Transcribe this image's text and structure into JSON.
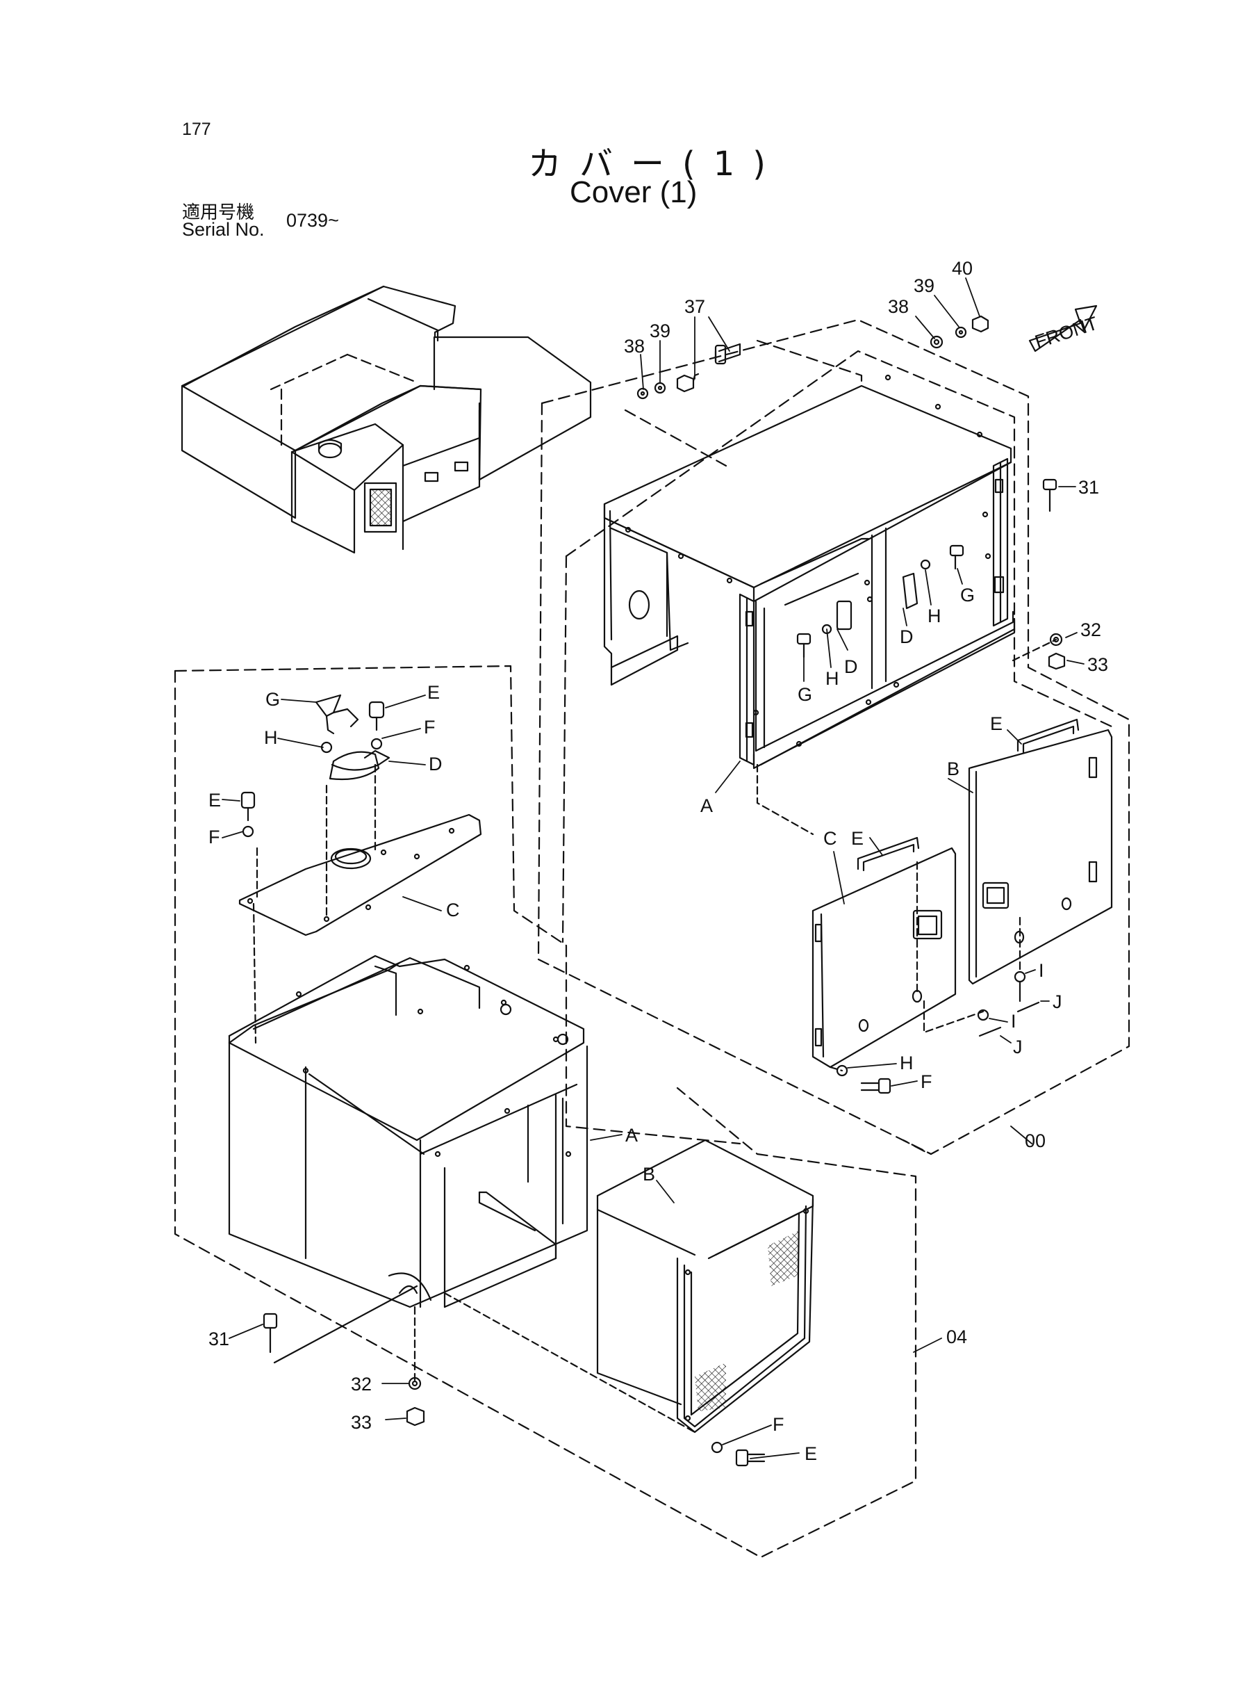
{
  "header": {
    "page_number": "177",
    "title_jp": "カバー(1)",
    "title_en": "Cover (1)",
    "serial_label_jp": "適用号機",
    "serial_label_en": "Serial No.",
    "serial_value": "0739~"
  },
  "front_indicator": "FRONT",
  "assemblies": {
    "upper": {
      "ref": "00"
    },
    "lower": {
      "ref": "04"
    }
  },
  "callouts": {
    "upper": [
      "37",
      "38",
      "39",
      "38",
      "39",
      "40",
      "31",
      "32",
      "33",
      "G",
      "H",
      "D",
      "D",
      "H",
      "G",
      "D",
      "A",
      "E",
      "E",
      "B",
      "C",
      "I",
      "J",
      "I",
      "J",
      "H",
      "F"
    ],
    "lower": [
      "G",
      "E",
      "H",
      "F",
      "D",
      "E",
      "F",
      "C",
      "A",
      "B",
      "31",
      "32",
      "33",
      "F",
      "E"
    ]
  }
}
